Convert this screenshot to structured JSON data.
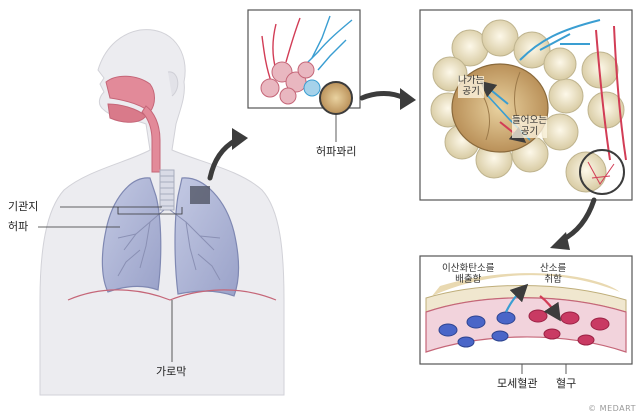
{
  "labels": {
    "bronchus": "기관지",
    "lung": "허파",
    "diaphragm": "가로막",
    "alveoli_cluster": "허파꽈리",
    "air_out": "나가는\n공기",
    "air_in": "들어오는\n공기",
    "co2_release": "이산화탄소를\n배출함",
    "o2_intake": "산소를\n취함",
    "capillary": "모세혈관",
    "blood_cell": "혈구"
  },
  "credit": "© MEDART",
  "colors": {
    "skin": "#ececf0",
    "lung": "#aab3d3",
    "airway": "#e28a99",
    "vein": "#3a9ed2",
    "artery": "#d23d56",
    "alveolus": "#f0e7cf",
    "arrow": "#3c3c3c"
  }
}
